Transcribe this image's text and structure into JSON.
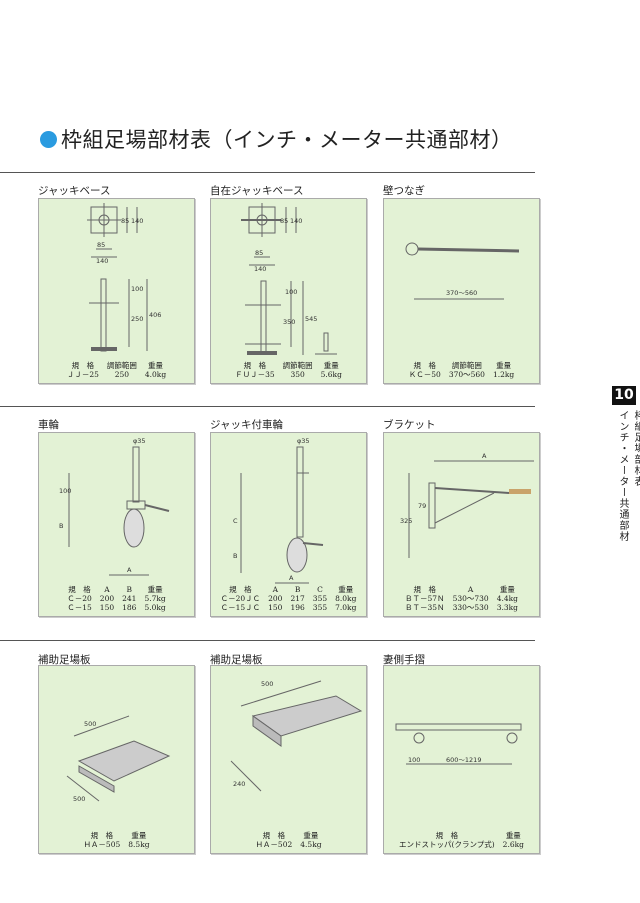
{
  "title": "枠組足場部材表（インチ・メーター共通部材）",
  "side_tab": {
    "number": "10",
    "line1": "枠組足場部材表",
    "line2": "インチ・メーター共通部材"
  },
  "colors": {
    "accent": "#2a9be0",
    "panel": "#e3f2d5"
  },
  "items": [
    {
      "label": "ジャッキベース",
      "dims": [
        "85",
        "140",
        "85",
        "140",
        "100",
        "250",
        "406"
      ],
      "spec_header": [
        "規　格",
        "調節範囲",
        "重量"
      ],
      "spec_rows": [
        [
          "ＪＪ－25",
          "250",
          "4.0kg"
        ]
      ]
    },
    {
      "label": "自在ジャッキベース",
      "dims": [
        "85",
        "140",
        "85",
        "140",
        "100",
        "350",
        "545"
      ],
      "spec_header": [
        "規　格",
        "調節範囲",
        "重量"
      ],
      "spec_rows": [
        [
          "ＦＵＪ－35",
          "350",
          "5.6kg"
        ]
      ]
    },
    {
      "label": "壁つなぎ",
      "dims": [
        "370～560"
      ],
      "spec_header": [
        "規　格",
        "調節範囲",
        "重量"
      ],
      "spec_rows": [
        [
          "ＫＣ－50",
          "370～560",
          "1.2kg"
        ]
      ]
    },
    {
      "label": "車輪",
      "dims": [
        "φ35",
        "100",
        "B",
        "A"
      ],
      "spec_header": [
        "規　格",
        "A",
        "B",
        "重量"
      ],
      "spec_rows": [
        [
          "Ｃ－20",
          "200",
          "241",
          "5.7kg"
        ],
        [
          "Ｃ－15",
          "150",
          "186",
          "5.0kg"
        ]
      ]
    },
    {
      "label": "ジャッキ付車輪",
      "dims": [
        "φ35",
        "C",
        "B",
        "A"
      ],
      "spec_header": [
        "規　格",
        "A",
        "B",
        "C",
        "重量"
      ],
      "spec_rows": [
        [
          "Ｃ－20ＪＣ",
          "200",
          "217",
          "355",
          "8.0kg"
        ],
        [
          "Ｃ－15ＪＣ",
          "150",
          "196",
          "355",
          "7.0kg"
        ]
      ]
    },
    {
      "label": "ブラケット",
      "dims": [
        "A",
        "325",
        "79"
      ],
      "spec_header": [
        "規　格",
        "A",
        "重量"
      ],
      "spec_rows": [
        [
          "ＢＴ－57Ｎ",
          "530～730",
          "4.4kg"
        ],
        [
          "ＢＴ－35Ｎ",
          "330～530",
          "3.3kg"
        ]
      ]
    },
    {
      "label": "補助足場板",
      "dims": [
        "500",
        "500"
      ],
      "spec_header": [
        "規　格",
        "重量"
      ],
      "spec_rows": [
        [
          "ＨＡ－505",
          "8.5kg"
        ]
      ]
    },
    {
      "label": "補助足場板",
      "dims": [
        "500",
        "240"
      ],
      "spec_header": [
        "規　格",
        "重量"
      ],
      "spec_rows": [
        [
          "ＨＡ－502",
          "4.5kg"
        ]
      ]
    },
    {
      "label": "妻側手摺",
      "dims": [
        "100",
        "600～1219"
      ],
      "spec_header": [
        "規　格",
        "重量"
      ],
      "spec_rows": [
        [
          "エンドストッパ(クランプ式)",
          "2.6kg"
        ]
      ]
    }
  ]
}
